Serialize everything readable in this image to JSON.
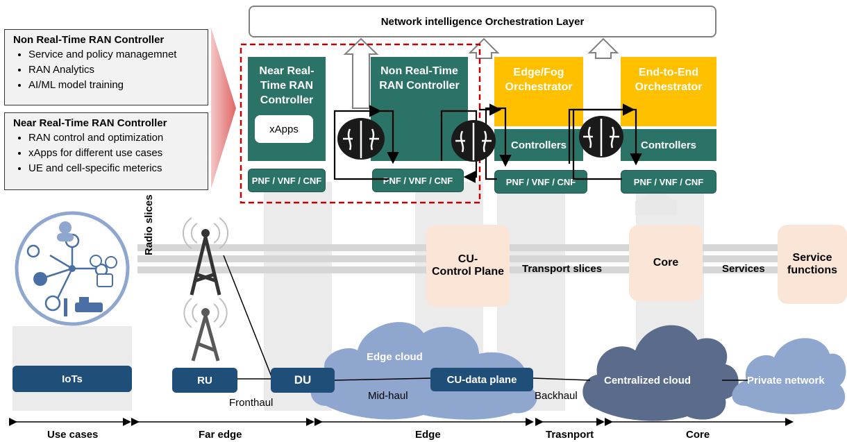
{
  "orchestration_layer": "Network intelligence Orchestration Layer",
  "non_rt_info": {
    "title": "Non Real-Time RAN Controller",
    "items": [
      "Service and policy managemnet",
      "RAN Analytics",
      "AI/ML model training"
    ]
  },
  "near_rt_info": {
    "title": "Near Real-Time RAN Controller",
    "items": [
      "RAN control and optimization",
      "xApps for different use cases",
      "UE and cell-specific meterics"
    ]
  },
  "controllers": {
    "near_rt": "Near Real-Time RAN Controller",
    "non_rt": "Non Real-Time RAN Controller",
    "edge_fog": "Edge/Fog Orchestrator",
    "end_to_end": "End-to-End Orchestrator",
    "xapps": "xApps",
    "controllers_label": "Controllers",
    "pnf": "PNF / VNF / CNF"
  },
  "network": {
    "radio_slices": "Radio slices",
    "cu_control_plane": "CU-\nControl Plane",
    "transport_slices": "Transport slices",
    "core": "Core",
    "services": "Services",
    "service_functions": "Service\nfunctions",
    "edge_cloud": "Edge cloud",
    "centralized_cloud": "Centralized cloud",
    "private_network": "Private network",
    "iots": "IoTs",
    "ru": "RU",
    "du": "DU",
    "cu_data_plane": "CU-data plane",
    "fronthaul": "Fronthaul",
    "midhaul": "Mid-haul",
    "backhaul": "Backhaul"
  },
  "bottom_ranges": [
    {
      "label": "Use cases"
    },
    {
      "label": "Far edge"
    },
    {
      "label": "Edge"
    },
    {
      "label": "Trasnport"
    },
    {
      "label": "Core"
    }
  ],
  "colors": {
    "teal": "#2b7366",
    "yellow": "#ffc000",
    "navy": "#1f4e79",
    "peach": "#fbe5d6",
    "dashed_red": "#c00000",
    "cloud_light": "#8fa6cf",
    "cloud_dark": "#5a6b8c"
  }
}
